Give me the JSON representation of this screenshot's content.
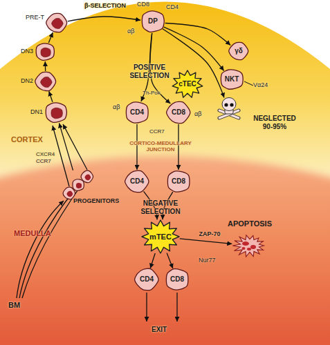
{
  "diagram": {
    "nodes": [
      {
        "text": [
          "PROGENITORS"
        ]
      },
      {
        "text": [
          "DN1"
        ]
      },
      {
        "text": [
          "DN2"
        ]
      },
      {
        "text": [
          "DN3"
        ]
      },
      {
        "text": [
          "PRE-T"
        ]
      },
      {
        "text": [
          "DP"
        ]
      },
      {
        "text": [
          "γδ"
        ]
      },
      {
        "text": [
          "NKT"
        ]
      },
      {
        "text": [
          "NEGLECTED 90-95%"
        ]
      },
      {
        "text": [
          "CD4"
        ]
      },
      {
        "text": [
          "CD8"
        ]
      },
      {
        "text": [
          "cTEC"
        ]
      },
      {
        "text": [
          "CD4"
        ]
      },
      {
        "text": [
          "CD8"
        ]
      },
      {
        "text": [
          "mTEC"
        ]
      },
      {
        "text": [
          "APOPTOSIS"
        ]
      },
      {
        "text": [
          "CD4"
        ]
      },
      {
        "text": [
          "CD8"
        ]
      }
    ],
    "edges": [
      {
        "from": 0,
        "to": 1,
        "arrow": "to"
      },
      {
        "from": 1,
        "to": 2,
        "arrow": "to"
      },
      {
        "from": 2,
        "to": 3,
        "arrow": "to"
      },
      {
        "from": 3,
        "to": 4,
        "arrow": "to"
      },
      {
        "from": 4,
        "to": 5,
        "label": "β-SELECTION",
        "arrow": "to"
      },
      {
        "from": 5,
        "to": 6,
        "arrow": "to"
      },
      {
        "from": 5,
        "to": 7,
        "arrow": "to"
      },
      {
        "from": 5,
        "to": 8,
        "arrow": "to"
      },
      {
        "from": 5,
        "to": 9,
        "arrow": "to"
      },
      {
        "from": 5,
        "to": 10,
        "arrow": "to"
      },
      {
        "from": 9,
        "to": 12,
        "arrow": "to"
      },
      {
        "from": 10,
        "to": 13,
        "arrow": "to"
      },
      {
        "from": 12,
        "to": 14,
        "arrow": "to"
      },
      {
        "from": 13,
        "to": 14,
        "arrow": "to"
      },
      {
        "from": 14,
        "to": 15,
        "label": "ZAP-70",
        "arrow": "to"
      },
      {
        "from": 14,
        "to": 16,
        "arrow": "to"
      },
      {
        "from": 14,
        "to": 17,
        "arrow": "to"
      }
    ],
    "labels": [
      "CD8",
      "CD4",
      "αβ",
      "POSITIVE SELECTION",
      "αβ",
      "Th-Pok",
      "αβ",
      "Vα24",
      "CORTEX",
      "CXCR4",
      "CCR7",
      "CCR7",
      "CORTICO-MEDULLARY JUNCTION",
      "MEDULLA",
      "NEGATIVE SELECTION",
      "Nur77",
      "BM",
      "EXIT"
    ]
  }
}
